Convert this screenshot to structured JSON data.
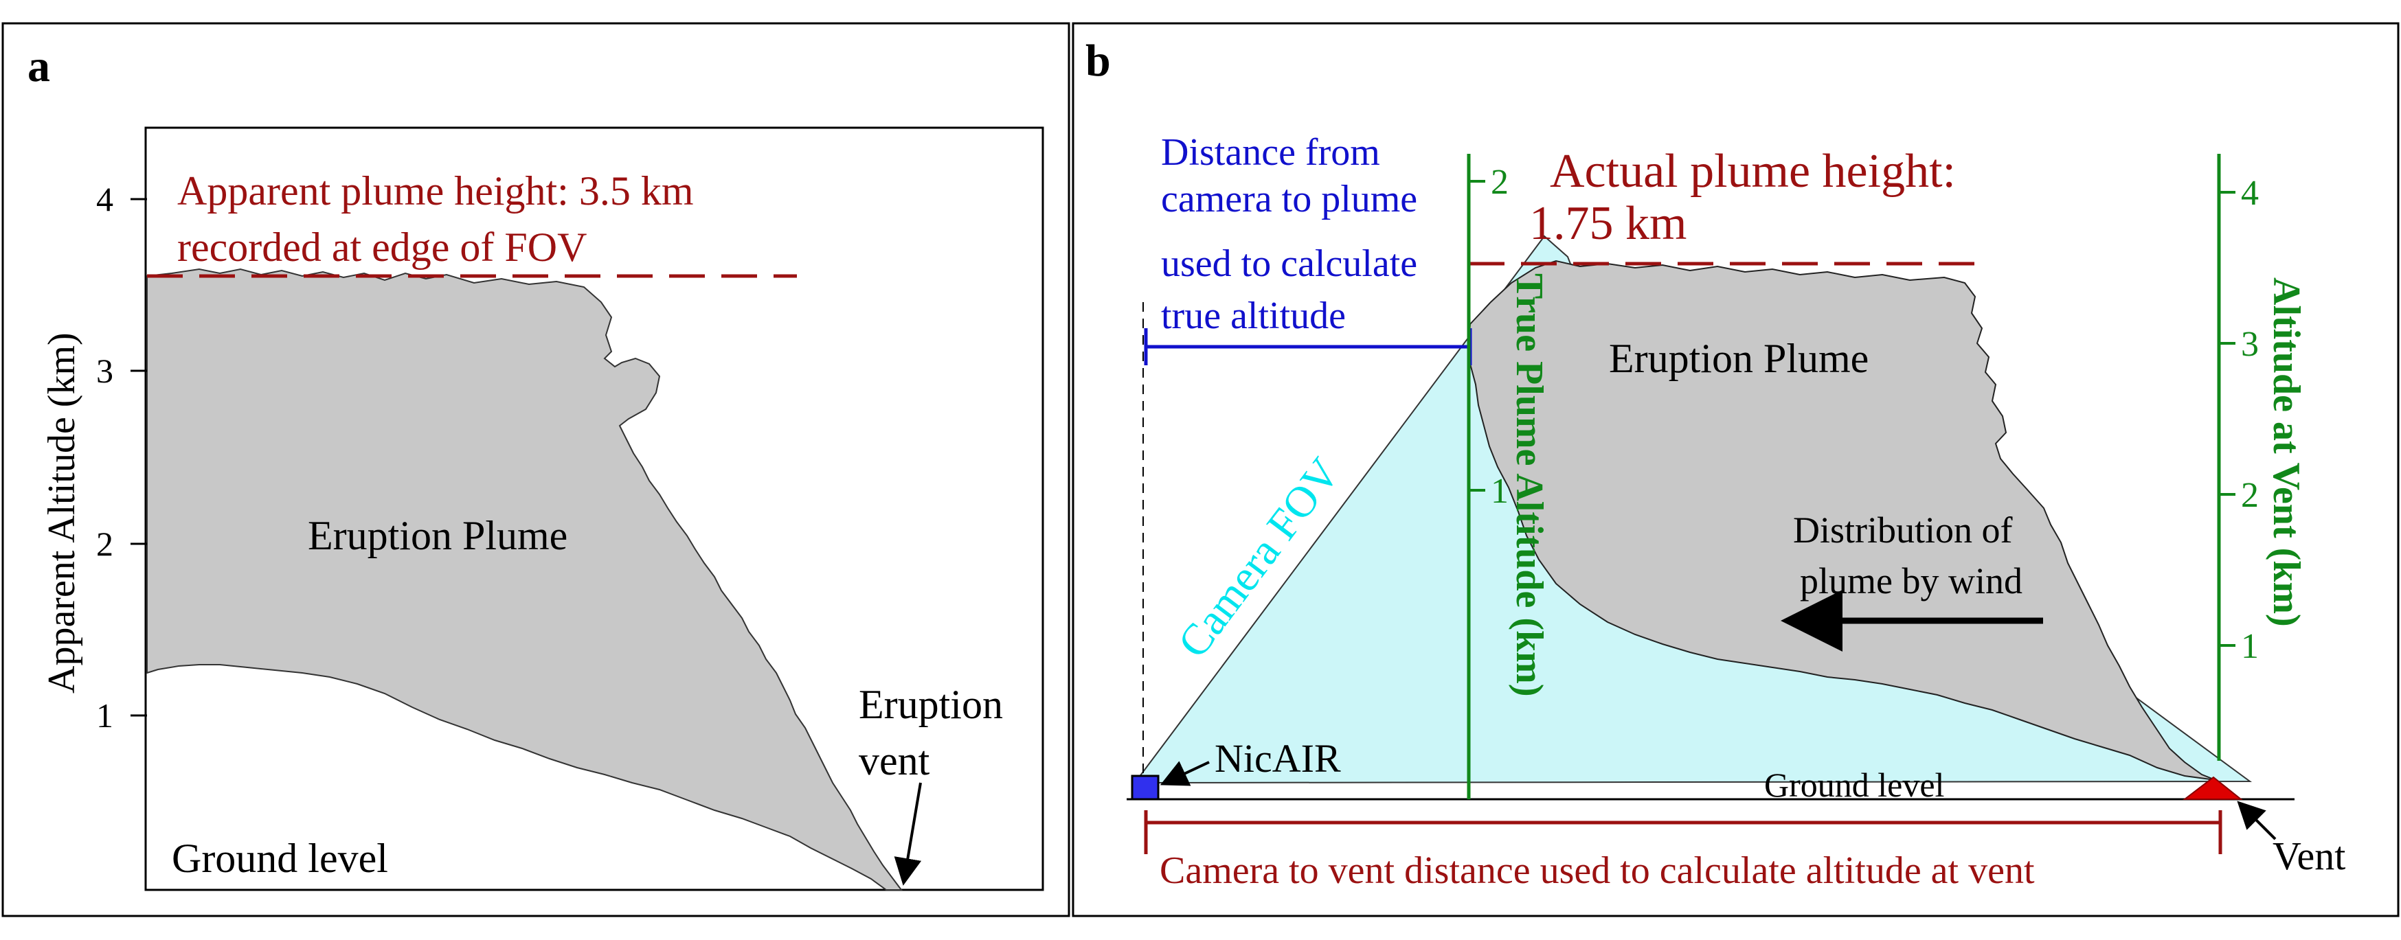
{
  "panel_a": {
    "label": "a",
    "y_axis_label": "Apparent Altitude (km)",
    "y_ticks": [
      "1",
      "2",
      "3",
      "4"
    ],
    "apparent_height_line1": "Apparent plume height: 3.5 km",
    "apparent_height_line2": "recorded at edge of FOV",
    "plume_label": "Eruption Plume",
    "vent_label_line1": "Eruption",
    "vent_label_line2": "vent",
    "ground_label": "Ground level"
  },
  "panel_b": {
    "label": "b",
    "distance_label_lines": [
      "Distance from",
      "camera to plume",
      "used to calculate",
      "true altitude"
    ],
    "actual_height_line1": "Actual plume height:",
    "actual_height_line2": "1.75 km",
    "plume_label": "Eruption Plume",
    "fov_label": "Camera FOV",
    "true_axis_label": "True Plume Altitude (km)",
    "true_axis_ticks": [
      "1",
      "2"
    ],
    "vent_axis_label": "Altitude at Vent (km)",
    "vent_axis_ticks": [
      "1",
      "2",
      "3",
      "4"
    ],
    "wind_label_line1": "Distribution of",
    "wind_label_line2": "plume by wind",
    "camera_label": "NicAIR",
    "ground_label": "Ground level",
    "vent_label": "Vent",
    "vent_distance_label": "Camera to vent distance used to calculate altitude at vent"
  },
  "colors": {
    "dark_red": "#9b1111",
    "blue": "#1010cc",
    "green": "#11881a",
    "cyan": "#00e5ee",
    "plume_gray": "#c8c8c8",
    "fov_fill": "#ccf6f8",
    "camera_blue": "#3030ee",
    "vent_red": "#dd0000"
  }
}
